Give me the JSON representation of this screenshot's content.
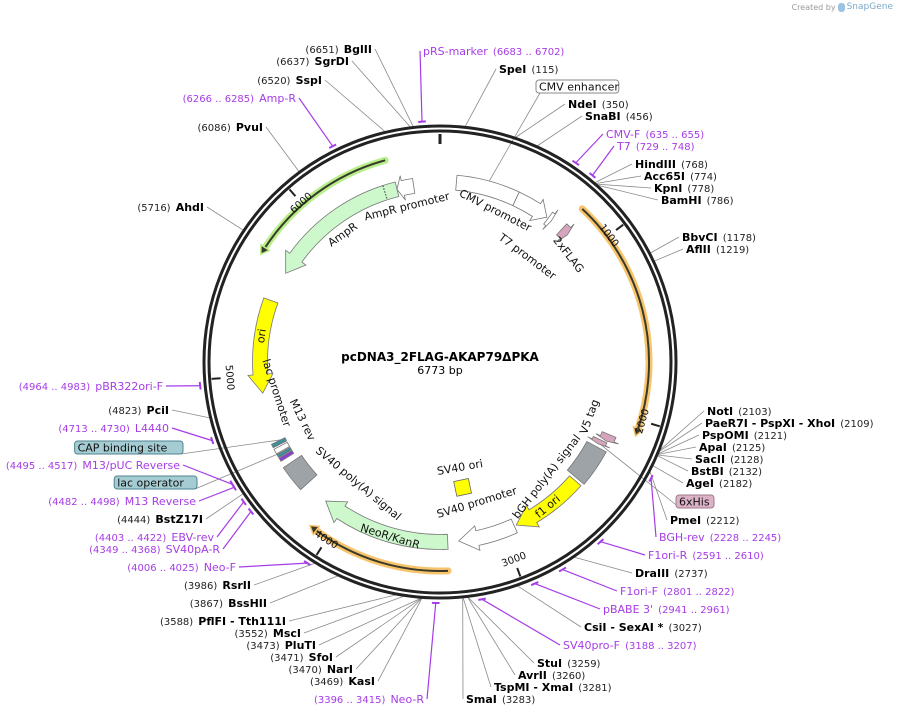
{
  "credit": {
    "prefix": "Created by",
    "brand": "SnapGene",
    "icon": "snapgene-logo-icon"
  },
  "plasmid": {
    "name": "pcDNA3_2FLAG-AKAP79ΔPKA",
    "length_label": "6773 bp",
    "length": 6773
  },
  "colors": {
    "primer": "#a63ce6",
    "enzyme_line": "#8a8a8a",
    "orf_orange": "#f7c46c",
    "orf_green": "#b8ef8a",
    "yellow": "#ffff00",
    "green_feature": "#ccf8cc",
    "gray_feature": "#9ea3a8",
    "pink_feature": "#d6a5bd",
    "teal_feature": "#3f8e9b",
    "box_label_teal": "#a6ccd3",
    "box_label_pink": "#dcb3c6"
  },
  "ticks": [
    "1000",
    "2000",
    "3000",
    "4000",
    "5000",
    "6000"
  ],
  "features": [
    {
      "name": "CMV enhancer",
      "start": 98,
      "end": 470,
      "dir": 0,
      "color": "#ffffff",
      "label_style": "box"
    },
    {
      "name": "CMV promoter",
      "start": 470,
      "end": 685,
      "dir": 1,
      "color": "#ffffff"
    },
    {
      "name": "T7 promoter",
      "start": 695,
      "end": 720,
      "dir": 1,
      "color": "#ffffff"
    },
    {
      "name": "2xFLAG",
      "start": 800,
      "end": 848,
      "dir": 1,
      "color": "#d6a5bd"
    },
    {
      "name": "V5 tag",
      "start": 2130,
      "end": 2172,
      "dir": 1,
      "color": "#d6a5bd"
    },
    {
      "name": "6xHis",
      "start": 2180,
      "end": 2208,
      "dir": 1,
      "color": "#d6a5bd",
      "label_style": "box"
    },
    {
      "name": "bGH poly(A) signal",
      "start": 2228,
      "end": 2452,
      "dir": 0,
      "color": "#9ea3a8"
    },
    {
      "name": "f1 ori",
      "start": 2470,
      "end": 2915,
      "dir": 1,
      "color": "#ffff00"
    },
    {
      "name": "SV40 promoter",
      "start": 2928,
      "end": 3274,
      "dir": 1,
      "color": "#ffffff"
    },
    {
      "name": "SV40 ori",
      "start": 3000,
      "end": 3080,
      "dir": 0,
      "color": "#ffff00"
    },
    {
      "name": "NeoR/KanR",
      "start": 3340,
      "end": 4128,
      "dir": 1,
      "color": "#ccf8cc"
    },
    {
      "name": "SV40 poly(A) signal",
      "start": 4280,
      "end": 4440,
      "dir": 0,
      "color": "#9ea3a8"
    },
    {
      "name": "M13 rev",
      "start": 4478,
      "end": 4498,
      "dir": 0,
      "color": "#8e3ad6"
    },
    {
      "name": "lac operator",
      "start": 4503,
      "end": 4522,
      "dir": 0,
      "color": "#3f8e9b",
      "label_style": "box"
    },
    {
      "name": "lac promoter",
      "start": 4528,
      "end": 4558,
      "dir": 0,
      "color": "#ffffff"
    },
    {
      "name": "CAP binding site",
      "start": 4568,
      "end": 4590,
      "dir": 0,
      "color": "#3f8e9b",
      "label_style": "box"
    },
    {
      "name": "ori",
      "start": 5456,
      "end": 4892,
      "dir": -1,
      "color": "#ffff00"
    },
    {
      "name": "AmpR",
      "start": 6510,
      "end": 5642,
      "dir": -1,
      "color": "#ccf8cc"
    },
    {
      "name": "AmpR promoter",
      "start": 6613,
      "end": 6510,
      "dir": -1,
      "color": "#ffffff"
    }
  ],
  "orfs": [
    {
      "start": 807,
      "end": 2083,
      "dir": 1,
      "color": "#f7c46c"
    },
    {
      "start": 3345,
      "end": 4111,
      "dir": 1,
      "color": "#f7c46c"
    },
    {
      "start": 6487,
      "end": 5663,
      "dir": -1,
      "color": "#b8ef8a"
    }
  ],
  "labels": [
    {
      "type": "enzyme",
      "name": "SpeI",
      "pos": 115
    },
    {
      "type": "enzyme",
      "name": "NdeI",
      "pos": 350
    },
    {
      "type": "enzyme",
      "name": "SnaBI",
      "pos": 456
    },
    {
      "type": "primer",
      "name": "CMV-F",
      "start": 635,
      "end": 655
    },
    {
      "type": "primer",
      "name": "T7",
      "start": 729,
      "end": 748
    },
    {
      "type": "enzyme",
      "name": "HindIII",
      "pos": 768
    },
    {
      "type": "enzyme",
      "name": "Acc65I",
      "pos": 774
    },
    {
      "type": "enzyme",
      "name": "KpnI",
      "pos": 778
    },
    {
      "type": "enzyme",
      "name": "BamHI",
      "pos": 786
    },
    {
      "type": "enzyme",
      "name": "BbvCI",
      "pos": 1178
    },
    {
      "type": "enzyme",
      "name": "AflII",
      "pos": 1219
    },
    {
      "type": "enzyme",
      "name": "NotI",
      "pos": 2103
    },
    {
      "type": "enzyme",
      "name": "PaeR7I  - PspXI  - XhoI",
      "pos": 2109
    },
    {
      "type": "enzyme",
      "name": "PspOMI",
      "pos": 2121
    },
    {
      "type": "enzyme",
      "name": "ApaI",
      "pos": 2125
    },
    {
      "type": "enzyme",
      "name": "SacII",
      "pos": 2128
    },
    {
      "type": "enzyme",
      "name": "BstBI",
      "pos": 2132
    },
    {
      "type": "enzyme",
      "name": "AgeI",
      "pos": 2182
    },
    {
      "type": "enzyme",
      "name": "PmeI",
      "pos": 2212
    },
    {
      "type": "primer",
      "name": "BGH-rev",
      "start": 2228,
      "end": 2245
    },
    {
      "type": "primer",
      "name": "F1ori-R",
      "start": 2591,
      "end": 2610
    },
    {
      "type": "enzyme",
      "name": "DraIII",
      "pos": 2737
    },
    {
      "type": "primer",
      "name": "F1ori-F",
      "start": 2801,
      "end": 2822
    },
    {
      "type": "primer",
      "name": "pBABE 3'",
      "start": 2941,
      "end": 2961
    },
    {
      "type": "enzyme",
      "name": "CsiI  - SexAI *",
      "pos": 3027
    },
    {
      "type": "primer",
      "name": "SV40pro-F",
      "start": 3188,
      "end": 3207
    },
    {
      "type": "enzyme",
      "name": "StuI",
      "pos": 3259
    },
    {
      "type": "enzyme",
      "name": "AvrII",
      "pos": 3260
    },
    {
      "type": "enzyme",
      "name": "TspMI  - XmaI",
      "pos": 3281
    },
    {
      "type": "enzyme",
      "name": "SmaI",
      "pos": 3283
    },
    {
      "type": "enzyme",
      "name": "KasI",
      "pos": 3469
    },
    {
      "type": "enzyme",
      "name": "NarI",
      "pos": 3470
    },
    {
      "type": "enzyme",
      "name": "SfoI",
      "pos": 3471
    },
    {
      "type": "enzyme",
      "name": "PluTI",
      "pos": 3473
    },
    {
      "type": "enzyme",
      "name": "MscI",
      "pos": 3552
    },
    {
      "type": "enzyme",
      "name": "PflFI  - Tth111I",
      "pos": 3588
    },
    {
      "type": "enzyme",
      "name": "BssHII",
      "pos": 3867
    },
    {
      "type": "enzyme",
      "name": "RsrII",
      "pos": 3986
    },
    {
      "type": "primer",
      "name": "Neo-F",
      "start": 4006,
      "end": 4025
    },
    {
      "type": "primer",
      "name": "SV40pA-R",
      "start": 4349,
      "end": 4368
    },
    {
      "type": "primer",
      "name": "EBV-rev",
      "start": 4403,
      "end": 4422
    },
    {
      "type": "enzyme",
      "name": "BstZ17I",
      "pos": 4444
    },
    {
      "type": "primer",
      "name": "M13 Reverse",
      "start": 4482,
      "end": 4498
    },
    {
      "type": "primer",
      "name": "M13/pUC Reverse",
      "start": 4495,
      "end": 4517
    },
    {
      "type": "primer",
      "name": "L4440",
      "start": 4713,
      "end": 4730
    },
    {
      "type": "enzyme",
      "name": "PciI",
      "pos": 4823
    },
    {
      "type": "primer",
      "name": "pBR322ori-F",
      "start": 4964,
      "end": 4983
    },
    {
      "type": "enzyme",
      "name": "AhdI",
      "pos": 5716
    },
    {
      "type": "enzyme",
      "name": "PvuI",
      "pos": 6086
    },
    {
      "type": "primer",
      "name": "Amp-R",
      "start": 6266,
      "end": 6285
    },
    {
      "type": "enzyme",
      "name": "SspI",
      "pos": 6520
    },
    {
      "type": "enzyme",
      "name": "SgrDI",
      "pos": 6637
    },
    {
      "type": "enzyme",
      "name": "BglII",
      "pos": 6651
    },
    {
      "type": "primer",
      "name": "Neo-R",
      "start": 3396,
      "end": 3415
    },
    {
      "type": "primer",
      "name": "pRS-marker",
      "start": 6683,
      "end": 6702
    }
  ]
}
